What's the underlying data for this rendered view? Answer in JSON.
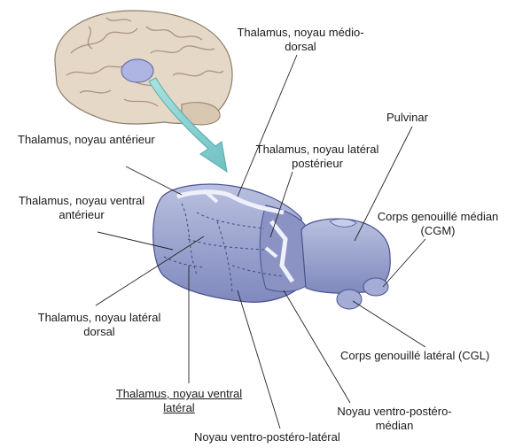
{
  "labels": {
    "medio_dorsal": [
      "Thalamus, noyau médio-",
      "dorsal"
    ],
    "anterieur": "Thalamus, noyau antérieur",
    "lateral_posterieur": [
      "Thalamus, noyau latéral",
      "postérieur"
    ],
    "pulvinar": "Pulvinar",
    "ventral_anterieur": [
      "Thalamus, noyau ventral",
      "antérieur"
    ],
    "cgm": [
      "Corps genouillé médian",
      "(CGM)"
    ],
    "lateral_dorsal": [
      "Thalamus, noyau latéral",
      "dorsal"
    ],
    "cgl": "Corps genouillé latéral (CGL)",
    "ventral_lateral": [
      "Thalamus, noyau ventral",
      "latéral"
    ],
    "vpm": [
      "Noyau ventro-postéro-",
      "médian"
    ],
    "vpl": "Noyau ventro-postéro-latéral"
  },
  "colors": {
    "brain": "#e3d6c4",
    "thalamus": "#9aa4cf",
    "thalamus_dark": "#6f7aae",
    "arrow": "#8fd3d3"
  }
}
